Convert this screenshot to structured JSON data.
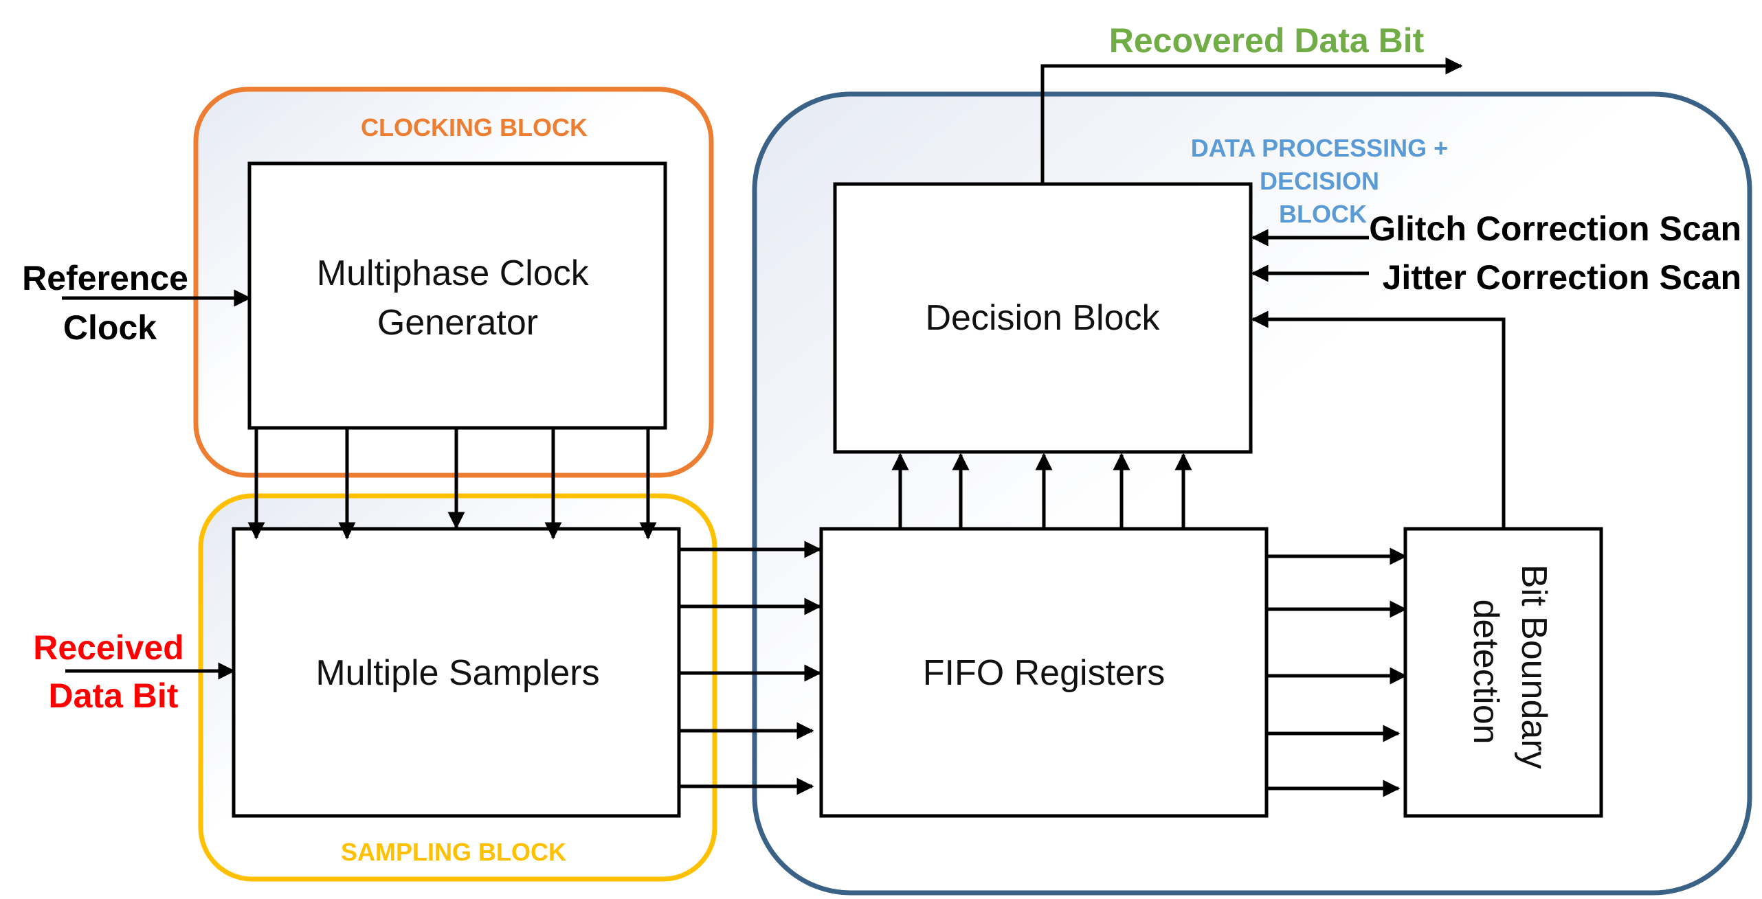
{
  "groups": {
    "clocking": {
      "title": "CLOCKING BLOCK",
      "color": "#ED7D31"
    },
    "sampling": {
      "title": "SAMPLING BLOCK",
      "color": "#FFC000"
    },
    "processing": {
      "title_lines": [
        "DATA PROCESSING +",
        "DECISION",
        "BLOCK"
      ],
      "border_color": "#3A6186",
      "title_color": "#5B9BD5"
    }
  },
  "blocks": {
    "clock_generator": {
      "lines": [
        "Multiphase Clock",
        "Generator"
      ]
    },
    "samplers": {
      "label": "Multiple Samplers"
    },
    "fifo": {
      "label": "FIFO Registers"
    },
    "decision": {
      "label": "Decision Block"
    },
    "bit_boundary": {
      "lines": [
        "Bit Boundary",
        "detection"
      ]
    }
  },
  "signals": {
    "reference_clock": {
      "lines": [
        "Reference",
        "Clock"
      ],
      "color": "#000000"
    },
    "received_data": {
      "lines": [
        "Received",
        "Data Bit"
      ],
      "color": "#FF0000"
    },
    "recovered_data": {
      "label": "Recovered Data Bit",
      "color": "#70AD47"
    },
    "glitch_scan": {
      "label": "Glitch Correction Scan",
      "color": "#000000"
    },
    "jitter_scan": {
      "label": "Jitter Correction Scan",
      "color": "#000000"
    }
  }
}
